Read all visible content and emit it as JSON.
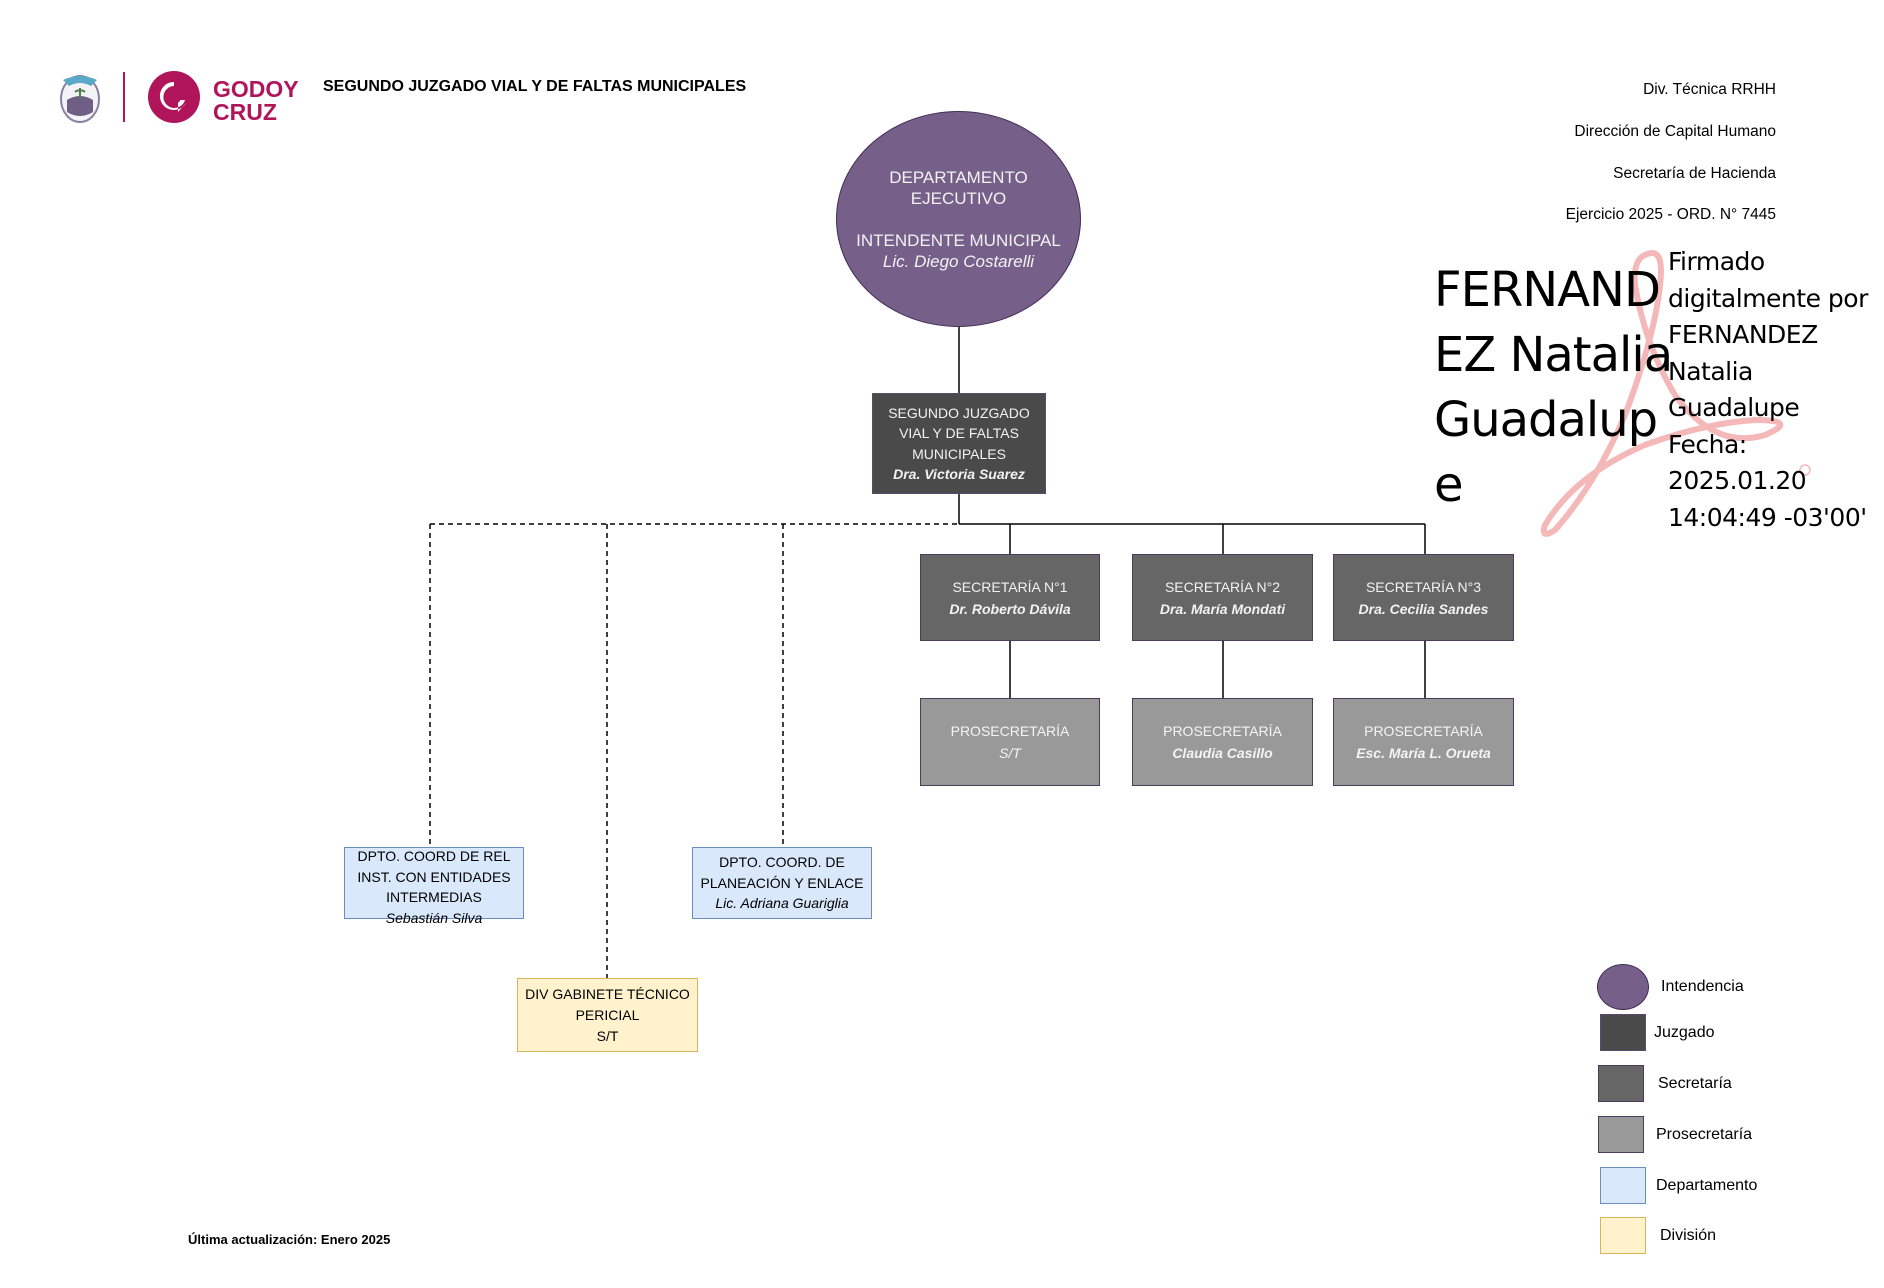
{
  "header": {
    "brand_name_line1": "GODOY",
    "brand_name_line2": "CRUZ",
    "title": "SEGUNDO JUZGADO VIAL Y DE FALTAS MUNICIPALES",
    "right_lines": [
      "Div. Técnica RRHH",
      "Dirección de Capital Humano",
      "Secretaría de Hacienda",
      "Ejercicio 2025 - ORD. N° 7445"
    ]
  },
  "signature": {
    "big_lines": [
      "FERNAND",
      "EZ Natalia",
      "Guadalup",
      "e"
    ],
    "detail_lines": [
      "Firmado",
      "digitalmente por",
      "FERNANDEZ",
      "Natalia",
      "Guadalupe",
      "Fecha:",
      "2025.01.20",
      "14:04:49 -03'00'"
    ]
  },
  "colors": {
    "intendencia": "#76608a",
    "juzgado": "#4a4a4a",
    "secretaria": "#666666",
    "prosecretaria": "#999999",
    "departamento": "#dae8fc",
    "division": "#fff2cc",
    "brand": "#b0145a"
  },
  "org": {
    "intendencia": {
      "line1": "DEPARTAMENTO",
      "line2": "EJECUTIVO",
      "line3": "INTENDENTE MUNICIPAL",
      "name": "Lic. Diego Costarelli"
    },
    "juzgado": {
      "line1": "SEGUNDO JUZGADO",
      "line2": "VIAL Y DE FALTAS",
      "line3": "MUNICIPALES",
      "name": "Dra. Victoria Suarez"
    },
    "secretarias": [
      {
        "title": "SECRETARÍA N°1",
        "name": "Dr. Roberto Dávila"
      },
      {
        "title": "SECRETARÍA N°2",
        "name": "Dra. María Mondati"
      },
      {
        "title": "SECRETARÍA N°3",
        "name": "Dra. Cecilia Sandes"
      }
    ],
    "prosecretarias": [
      {
        "title": "PROSECRETARÍA",
        "name": "S/T"
      },
      {
        "title": "PROSECRETARÍA",
        "name": "Claudia Casillo"
      },
      {
        "title": "PROSECRETARÍA",
        "name": "Esc. María L. Orueta"
      }
    ],
    "departamentos": [
      {
        "line1": "DPTO. COORD DE REL",
        "line2": "INST. CON ENTIDADES",
        "line3": "INTERMEDIAS",
        "name": "Sebastián Silva"
      },
      {
        "line1": "DPTO. COORD. DE",
        "line2": "PLANEACIÓN Y ENLACE",
        "name": "Lic. Adriana Guariglia"
      }
    ],
    "division": {
      "line1": "DIV GABINETE TÉCNICO",
      "line2": "PERICIAL",
      "name": "S/T"
    }
  },
  "legend": [
    {
      "label": "Intendencia",
      "shape": "ellipse"
    },
    {
      "label": "Juzgado",
      "shape": "box"
    },
    {
      "label": "Secretaría",
      "shape": "box"
    },
    {
      "label": "Prosecretaría",
      "shape": "box"
    },
    {
      "label": "Departamento",
      "shape": "box"
    },
    {
      "label": "División",
      "shape": "box"
    }
  ],
  "footer": {
    "last_update": "Última actualización: Enero 2025"
  }
}
